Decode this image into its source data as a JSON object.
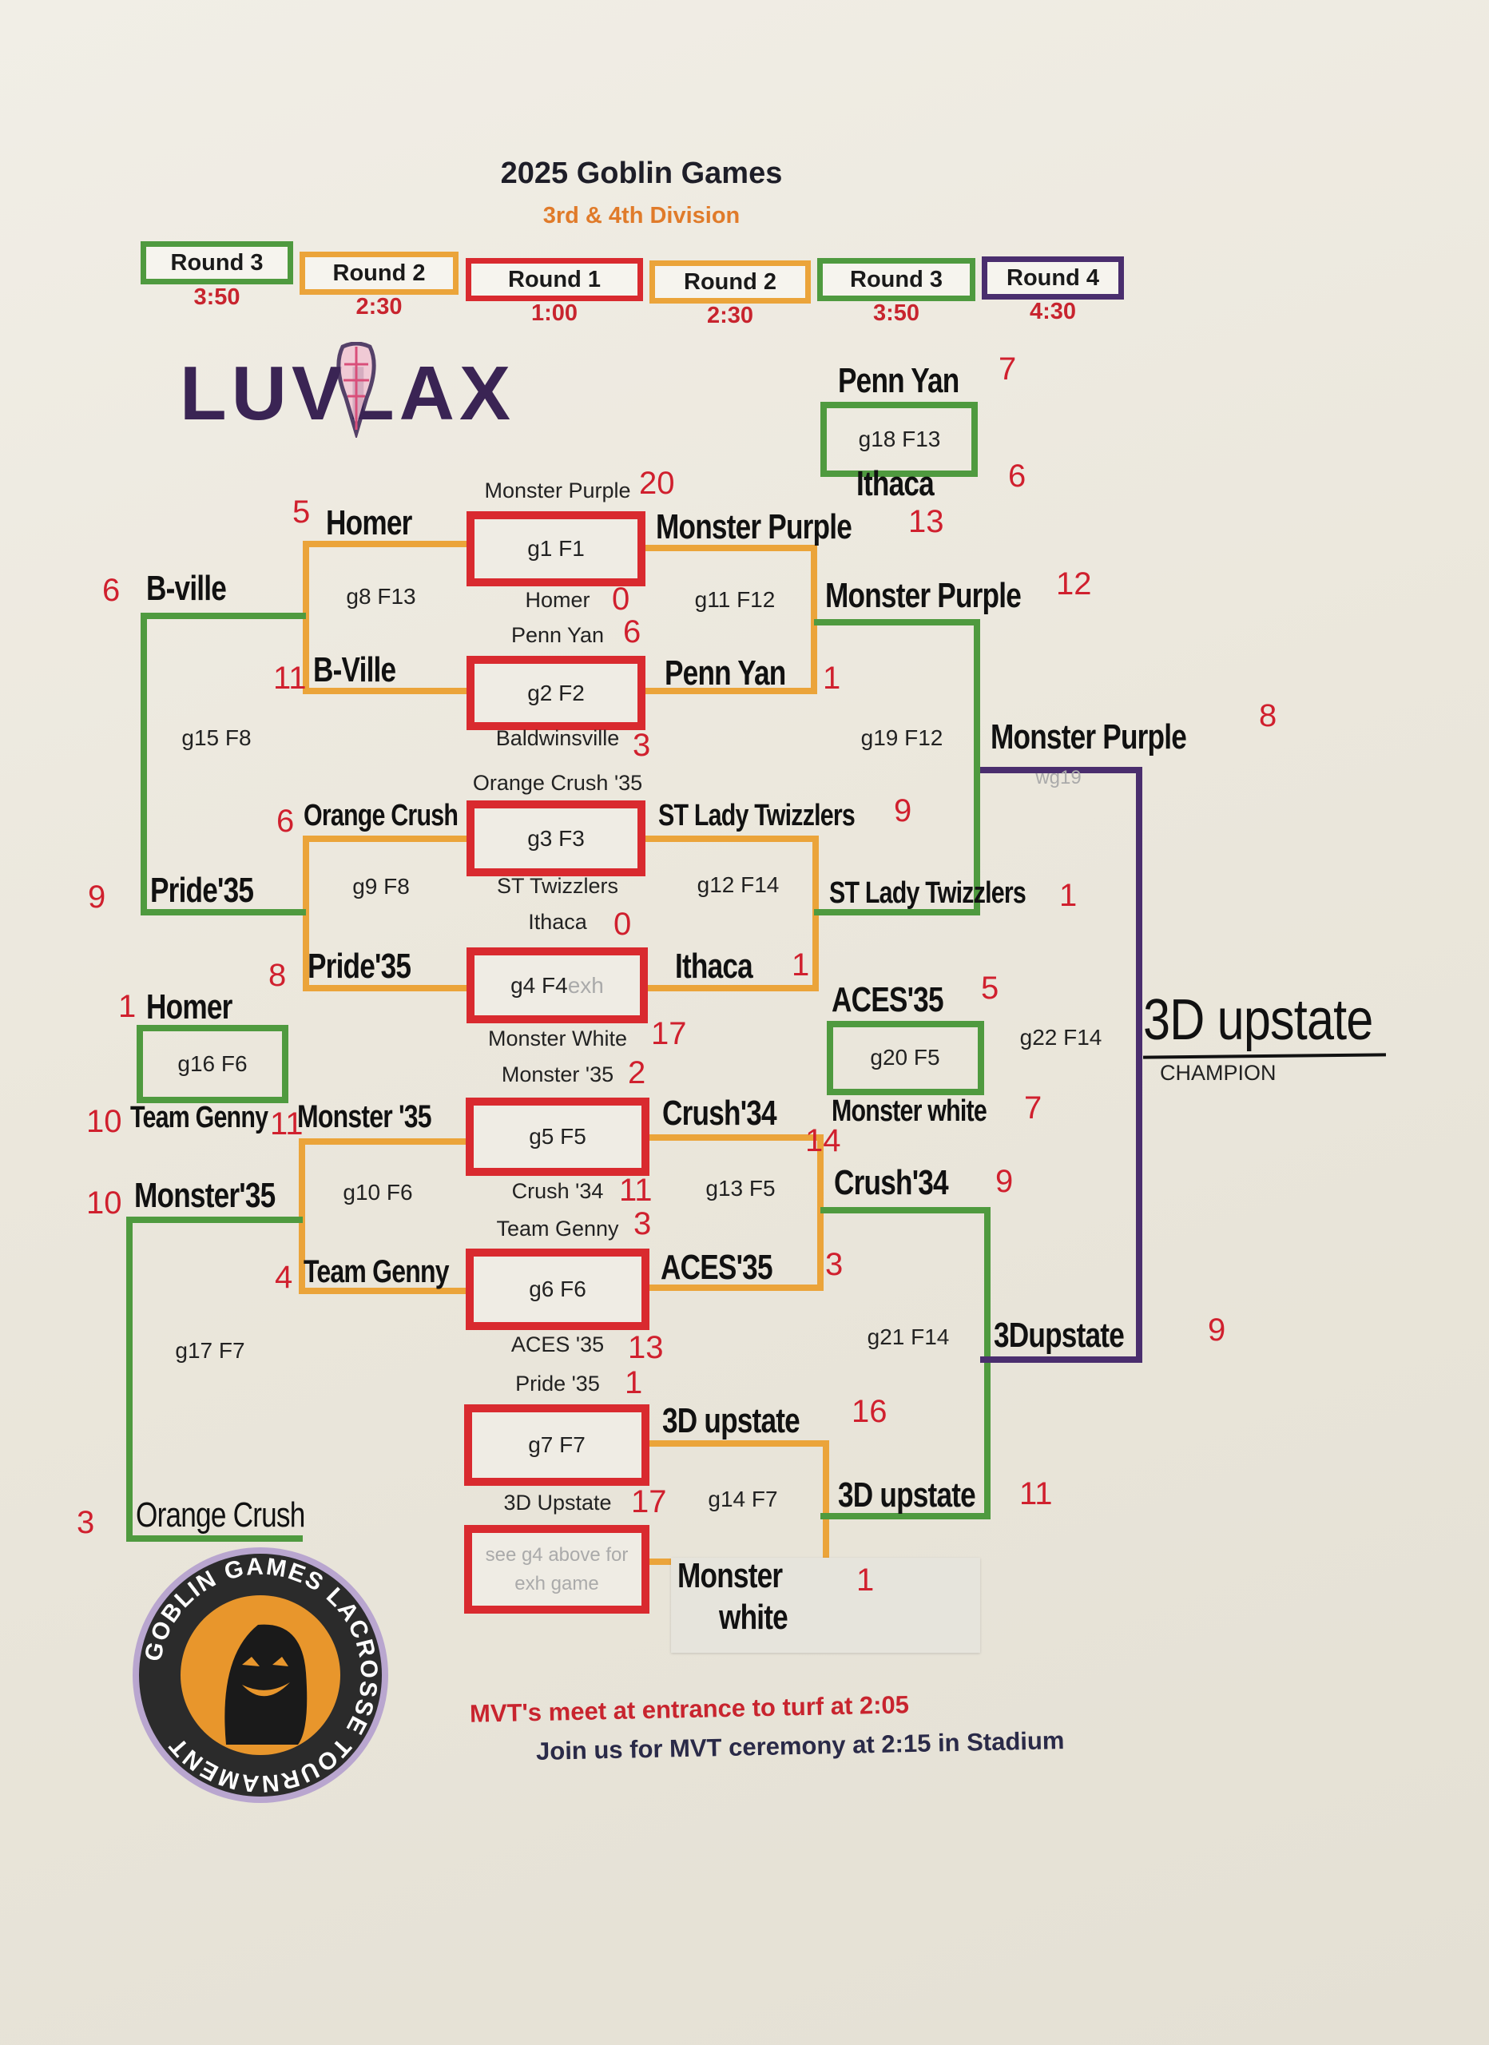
{
  "header": {
    "title": "2025 Goblin Games",
    "subtitle": "3rd & 4th Division"
  },
  "rounds": [
    {
      "label": "Round 3",
      "time": "3:50"
    },
    {
      "label": "Round 2",
      "time": "2:30"
    },
    {
      "label": "Round 1",
      "time": "1:00"
    },
    {
      "label": "Round 2",
      "time": "2:30"
    },
    {
      "label": "Round 3",
      "time": "3:50"
    },
    {
      "label": "Round 4",
      "time": "4:30"
    }
  ],
  "logos": {
    "luvlax": "LUVLAX",
    "goblin": "GOBLIN GAMES LACROSSE TOURNAMENT"
  },
  "games": {
    "g1": "g1 F1",
    "g2": "g2 F2",
    "g3": "g3 F3",
    "g4": "g4 F4",
    "g4_note": "exh",
    "g5": "g5 F5",
    "g6": "g6 F6",
    "g7": "g7 F7",
    "exh_note_1": "see g4 above for",
    "exh_note_2": "exh game",
    "g8": "g8 F13",
    "g9": "g9 F8",
    "g10": "g10 F6",
    "g11": "g11 F12",
    "g12": "g12 F14",
    "g13": "g13 F5",
    "g14": "g14 F7",
    "g15": "g15 F8",
    "g16": "g16 F6",
    "g17": "g17 F7",
    "g18": "g18 F13",
    "g19": "g19 F12",
    "g20": "g20 F5",
    "g21": "g21 F14",
    "g22": "g22 F14",
    "wg19": "wg19"
  },
  "printed_teams": [
    {
      "name": "Monster Purple",
      "score": "20"
    },
    {
      "name": "Homer",
      "score": "0"
    },
    {
      "name": "Penn Yan",
      "score": "6"
    },
    {
      "name": "Baldwinsville",
      "score": "3"
    },
    {
      "name": "Orange Crush '35",
      "score": ""
    },
    {
      "name": "ST Twizzlers",
      "score": ""
    },
    {
      "name": "Ithaca",
      "score": "0"
    },
    {
      "name": "Monster White",
      "score": "17"
    },
    {
      "name": "Monster '35",
      "score": "2"
    },
    {
      "name": "Crush '34",
      "score": "11"
    },
    {
      "name": "Team Genny",
      "score": "3"
    },
    {
      "name": "ACES '35",
      "score": "13"
    },
    {
      "name": "Pride '35",
      "score": "1"
    },
    {
      "name": "3D Upstate",
      "score": "17"
    }
  ],
  "handwritten_teams": [
    "Penn Yan",
    "Ithaca",
    "Homer",
    "Monster Purple",
    "B-ville",
    "Monster Purple",
    "B-Ville",
    "Penn Yan",
    "Monster Purple",
    "Orange Crush",
    "ST Lady Twizzlers",
    "Pride'35",
    "ST Lady Twizzlers",
    "Pride'35",
    "Ithaca",
    "Homer",
    "ACES'35",
    "Team Genny",
    "Monster '35",
    "Crush'34",
    "Monster white",
    "Monster'35",
    "Crush'34",
    "Team Genny",
    "ACES'35",
    "3Dupstate",
    "3D upstate",
    "Orange Crush",
    "3D upstate",
    "Monster",
    "white"
  ],
  "handwritten_scores": [
    "7",
    "6",
    "5",
    "13",
    "6",
    "12",
    "11",
    "1",
    "8",
    "6",
    "9",
    "9",
    "1",
    "8",
    "1",
    "1",
    "5",
    "10",
    "11",
    "14",
    "7",
    "10",
    "9",
    "4",
    "3",
    "9",
    "16",
    "3",
    "11",
    "1"
  ],
  "champion": {
    "name": "3D upstate",
    "label": "CHAMPION"
  },
  "footer": {
    "line1": "MVT's meet at entrance to turf at 2:05",
    "line2": "Join us for MVT ceremony at 2:15 in Stadium"
  },
  "colors": {
    "round1": "#d92a2f",
    "round2": "#eba43a",
    "round3": "#4f9a3f",
    "round4": "#4a2e6e",
    "score": "#d0202e"
  }
}
